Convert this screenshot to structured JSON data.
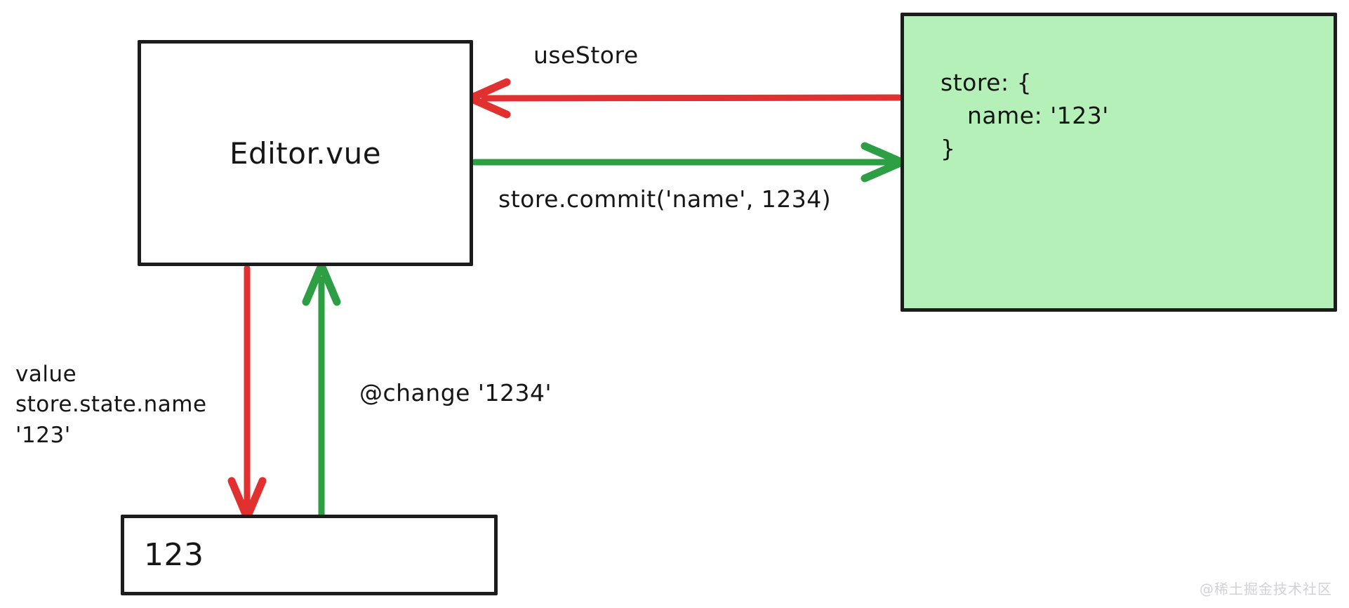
{
  "diagram": {
    "title": "Vuex store data flow",
    "colors": {
      "red": "#E0302F",
      "green": "#2E9E45",
      "store_fill": "#B5F0B8",
      "stroke": "#1C1C1C",
      "text": "#161616",
      "watermark": "#D2D2D6"
    }
  },
  "nodes": {
    "editor": {
      "label": "Editor.vue"
    },
    "store": {
      "code_lines": [
        "store: {",
        "name: '123'",
        "}"
      ]
    },
    "input": {
      "value": "123"
    }
  },
  "edges": {
    "use_store": {
      "label": "useStore",
      "color": "#E0302F",
      "direction": "store-to-editor"
    },
    "commit": {
      "label": "store.commit('name', 1234)",
      "color": "#2E9E45",
      "direction": "editor-to-store"
    },
    "value_binding": {
      "label_lines": [
        "value",
        "store.state.name",
        "'123'"
      ],
      "color": "#E0302F",
      "direction": "editor-to-input"
    },
    "change_event": {
      "label": "@change '1234'",
      "color": "#2E9E45",
      "direction": "input-to-editor"
    }
  },
  "watermark": {
    "text": "@稀土掘金技术社区"
  }
}
